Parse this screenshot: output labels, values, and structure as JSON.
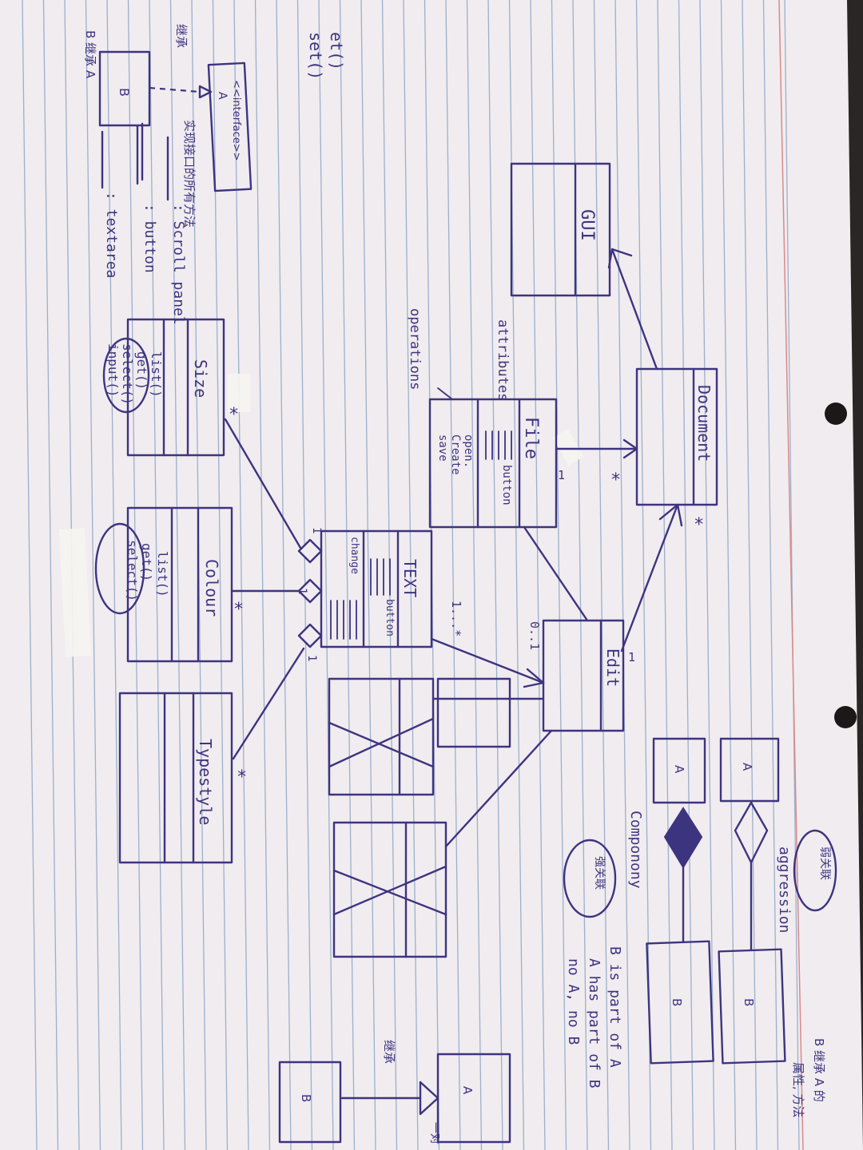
{
  "page": {
    "background": "#f1ecef",
    "ink_color": "#3d3480",
    "rule_color": "#9bb0cc",
    "margin_color": "#d98a8a"
  },
  "diagram": {
    "classes": {
      "gui": "GUI",
      "document": "Document",
      "file": "File",
      "edit": "Edit",
      "text": "TEXT",
      "size": "Size",
      "colour": "Colour",
      "typestyle": "Typestyle",
      "interface_stereotype": "<<interface>>",
      "interface_name": "A"
    },
    "members": {
      "file": [
        "button",
        "open.",
        "Create",
        "save"
      ],
      "text": [
        "button",
        "change"
      ],
      "size": [
        "list()",
        "get()",
        "select()",
        "input()"
      ],
      "colour": [
        "list()",
        "get()",
        "select()"
      ],
      "legend": [
        ": Scroll panel",
        ": button",
        ": textarea"
      ]
    },
    "labels": {
      "attributes": "attributes",
      "operations": "operations",
      "aggression": "aggression",
      "componony": "Componony",
      "b_is_part": "B is part of A",
      "a_has_part": "A has part of B",
      "no_a_no_b": "no A, no B",
      "box_a": "A",
      "box_b": "B",
      "circled_aggr": "弱关联",
      "circled_comp": "强关联",
      "interface_note": "实现接口的所有方法",
      "inherit_note": "继承",
      "inherit_note_b": "B 继承 A 的",
      "inherit_note_c": "属性, 方法",
      "one_to": "一对"
    },
    "multiplicity": {
      "star": "*",
      "one": "1",
      "one_many": "1...*",
      "zero_one": "0..1"
    },
    "left_edge_text": [
      "et()",
      "set()"
    ]
  }
}
